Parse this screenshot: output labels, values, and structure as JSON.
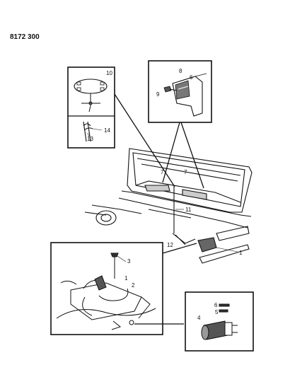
{
  "diagram_number": "8172 300",
  "callouts": {
    "c1a": "1",
    "c1b": "1",
    "c2": "2",
    "c3": "3",
    "c4": "4",
    "c5": "5",
    "c6": "6",
    "c7a": "7",
    "c7b": "7",
    "c8": "8",
    "c9": "9",
    "c10": "10",
    "c11": "11",
    "c12": "12",
    "c13": "13",
    "c14": "14"
  }
}
